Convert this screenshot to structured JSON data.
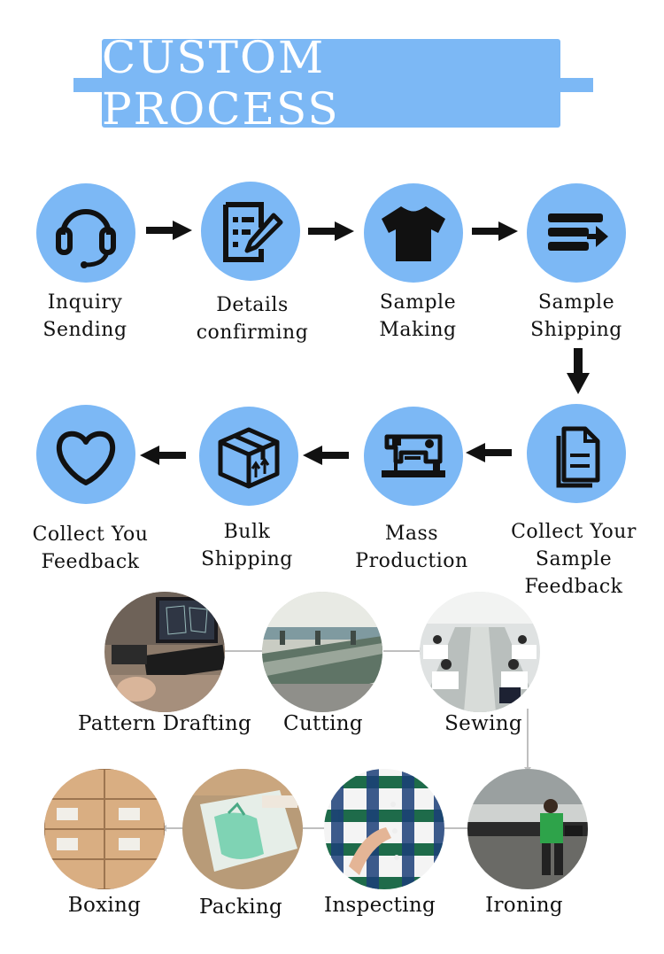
{
  "header": {
    "title": "CUSTOM PROCESS"
  },
  "colors": {
    "accent": "#7cb8f5",
    "icon": "#111111",
    "connector": "#bfbfbf"
  },
  "steps": [
    {
      "icon": "headset-icon",
      "line1": "Inquiry",
      "line2": "Sending"
    },
    {
      "icon": "document-edit-icon",
      "line1": "Details",
      "line2": "confirming"
    },
    {
      "icon": "tshirt-icon",
      "line1": "Sample",
      "line2": "Making"
    },
    {
      "icon": "shipping-lines-icon",
      "line1": "Sample",
      "line2": "Shipping"
    },
    {
      "icon": "document-icon",
      "line1": "Collect Your",
      "line2": "Sample Feedback"
    },
    {
      "icon": "sewing-machine-icon",
      "line1": "Mass",
      "line2": "Production"
    },
    {
      "icon": "box-icon",
      "line1": "Bulk",
      "line2": "Shipping"
    },
    {
      "icon": "heart-icon",
      "line1": "Collect You",
      "line2": "Feedback"
    }
  ],
  "production": [
    {
      "photo": "pattern-drafting-photo",
      "label": "Pattern Drafting"
    },
    {
      "photo": "cutting-photo",
      "label": "Cutting"
    },
    {
      "photo": "sewing-photo",
      "label": "Sewing"
    },
    {
      "photo": "ironing-photo",
      "label": "Ironing"
    },
    {
      "photo": "inspecting-photo",
      "label": "Inspecting"
    },
    {
      "photo": "packing-photo",
      "label": "Packing"
    },
    {
      "photo": "boxing-photo",
      "label": "Boxing"
    }
  ]
}
